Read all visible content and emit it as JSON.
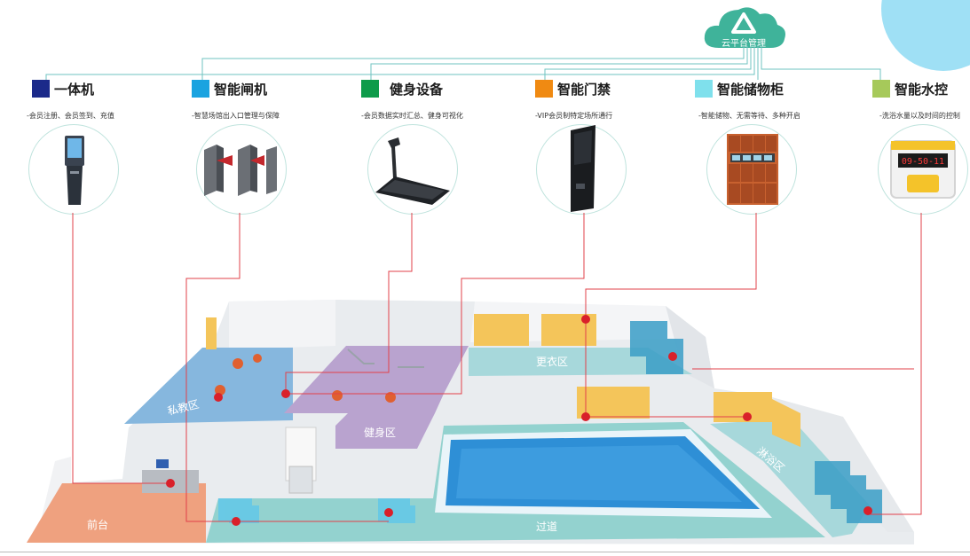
{
  "cloud": {
    "label": "云平台管理",
    "icon": "cloud-icon"
  },
  "devices": [
    {
      "title": "一体机",
      "desc": "-会员注册、会员签到、充值",
      "color": "#1b2a8a",
      "icon": "kiosk-icon"
    },
    {
      "title": "智能闸机",
      "desc": "-智慧场馆出入口管理与保障",
      "color": "#1aa3e0",
      "icon": "turnstile-icon"
    },
    {
      "title": "健身设备",
      "desc": "-会员数据实时汇总、健身可视化",
      "color": "#0e9b4a",
      "icon": "treadmill-icon"
    },
    {
      "title": "智能门禁",
      "desc": "-VIP会员制特定场所通行",
      "color": "#f08a12",
      "icon": "access-terminal-icon"
    },
    {
      "title": "智能储物柜",
      "desc": "-智能储物、无需等待、多种开启",
      "color": "#7fe0ec",
      "icon": "locker-icon"
    },
    {
      "title": "智能水控",
      "desc": "-洗浴水量以及时间的控制",
      "color": "#a6c95a",
      "icon": "water-controller-icon"
    }
  ],
  "water_display": "09-50-11",
  "zones": {
    "private": "私教区",
    "fitness": "健身区",
    "locker": "更衣区",
    "shower": "淋浴区",
    "reception": "前台",
    "corridor": "过道"
  },
  "colors": {
    "line": "#e2404a",
    "cloud_line": "#6fc3c0",
    "pool": "#2e8fd6",
    "private_floor": "#86b7de",
    "fitness_floor": "#b9a3cf",
    "reception_floor": "#efa17f",
    "corridor_floor": "#93d2cf"
  }
}
